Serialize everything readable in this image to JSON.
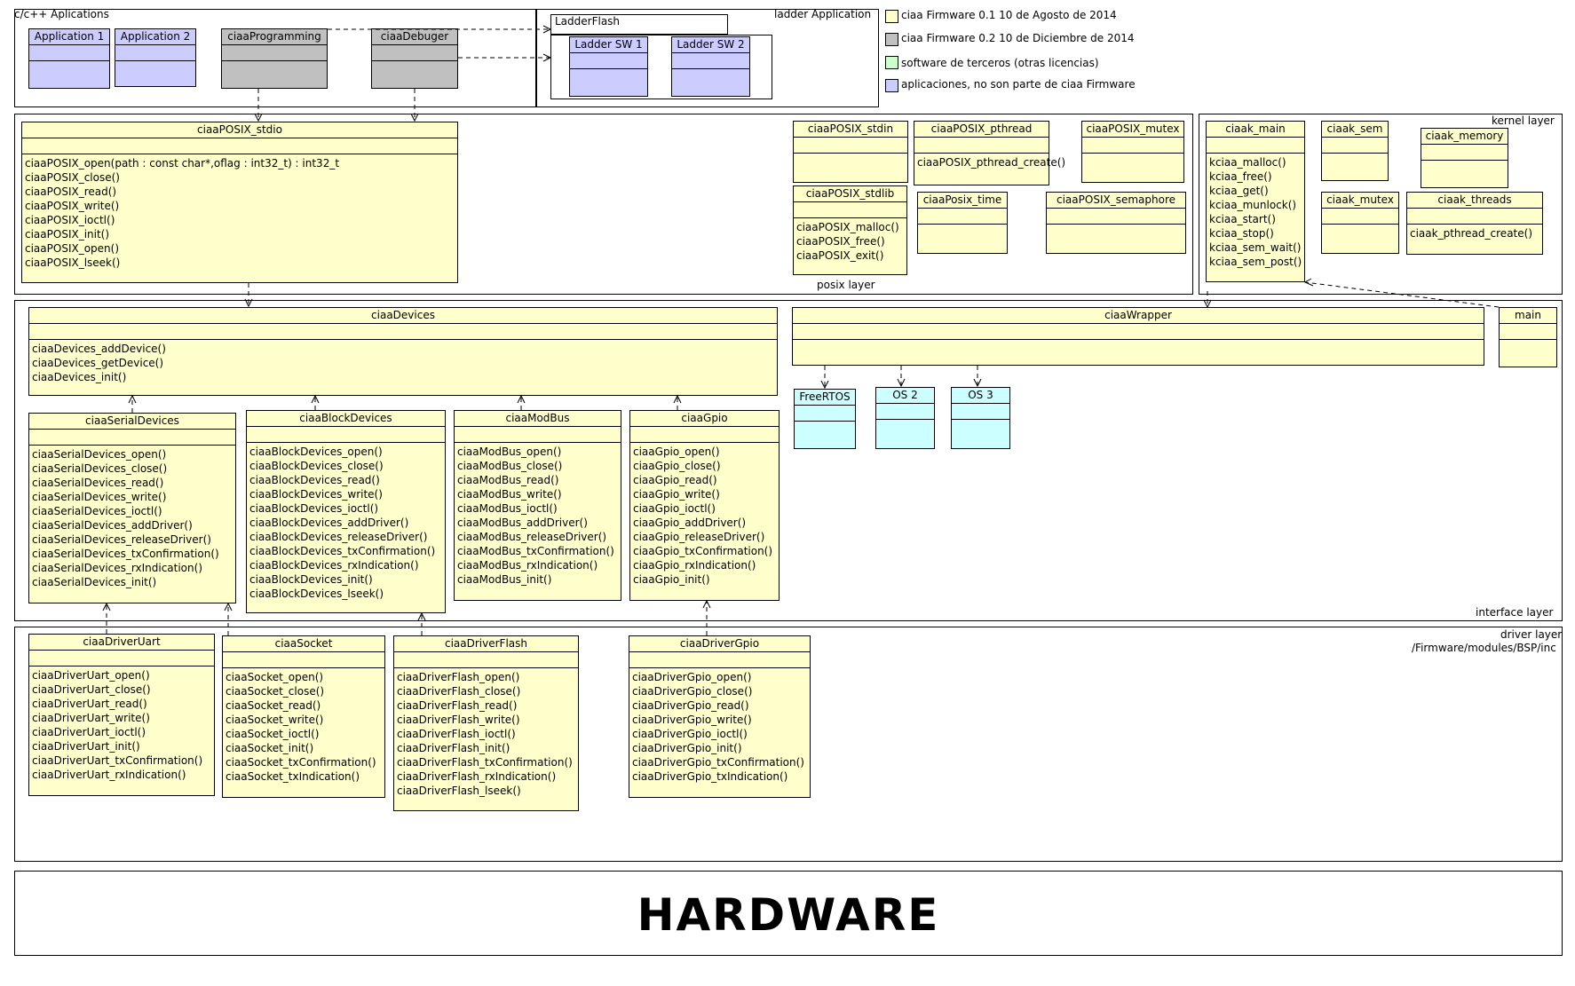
{
  "legend": [
    {
      "color": "#ffffcc",
      "text": "ciaa Firmware 0.1 10 de Agosto de 2014"
    },
    {
      "color": "#c0c0c0",
      "text": "ciaa Firmware 0.2 10 de Diciembre de 2014"
    },
    {
      "color": "#ccffcc",
      "text": "software de terceros (otras licencias)"
    },
    {
      "color": "#ccccff",
      "text": "aplicaciones, no son parte de ciaa Firmware"
    }
  ],
  "packages": {
    "apps": "c/c++ Aplications",
    "ladder": "ladder Application",
    "ladderflash": "LadderFlash",
    "posix": "posix layer",
    "kernel": "kernel layer",
    "interface": "interface layer",
    "driver": "driver layer",
    "driver_path": "/Firmware/modules/BSP/inc",
    "hardware": "HARDWARE"
  },
  "classes": {
    "app1": {
      "name": "Application 1"
    },
    "app2": {
      "name": "Application 2"
    },
    "prog": {
      "name": "ciaaProgramming"
    },
    "debug": {
      "name": "ciaaDebuger"
    },
    "lsw1": {
      "name": "Ladder SW 1"
    },
    "lsw2": {
      "name": "Ladder SW 2"
    },
    "stdio": {
      "name": "ciaaPOSIX_stdio",
      "ops": [
        "ciaaPOSIX_open(path : const char*,oflag : int32_t) : int32_t",
        "ciaaPOSIX_close()",
        "ciaaPOSIX_read()",
        "ciaaPOSIX_write()",
        "ciaaPOSIX_ioctl()",
        "ciaaPOSIX_init()",
        "ciaaPOSIX_open()",
        "ciaaPOSIX_lseek()"
      ]
    },
    "stdin": {
      "name": "ciaaPOSIX_stdin"
    },
    "pthread": {
      "name": "ciaaPOSIX_pthread",
      "ops": [
        "ciaaPOSIX_pthread_create()"
      ]
    },
    "mutex": {
      "name": "ciaaPOSIX_mutex"
    },
    "stdlib": {
      "name": "ciaaPOSIX_stdlib",
      "ops": [
        "ciaaPOSIX_malloc()",
        "ciaaPOSIX_free()",
        "ciaaPOSIX_exit()"
      ]
    },
    "ptime": {
      "name": "ciaaPosix_time"
    },
    "psem": {
      "name": "ciaaPOSIX_semaphore"
    },
    "kmain": {
      "name": "ciaak_main",
      "ops": [
        "kciaa_malloc()",
        "kciaa_free()",
        "kciaa_get()",
        "kciaa_munlock()",
        "kciaa_start()",
        "kciaa_stop()",
        "kciaa_sem_wait()",
        "kciaa_sem_post()"
      ]
    },
    "ksem": {
      "name": "ciaak_sem"
    },
    "kmem": {
      "name": "ciaak_memory"
    },
    "kmutex": {
      "name": "ciaak_mutex"
    },
    "kthreads": {
      "name": "ciaak_threads",
      "ops": [
        "ciaak_pthread_create()"
      ]
    },
    "devices": {
      "name": "ciaaDevices",
      "ops": [
        "ciaaDevices_addDevice()",
        "ciaaDevices_getDevice()",
        "ciaaDevices_init()"
      ]
    },
    "wrapper": {
      "name": "ciaaWrapper"
    },
    "main": {
      "name": "main"
    },
    "freertos": {
      "name": "FreeRTOS"
    },
    "os2": {
      "name": "OS 2"
    },
    "os3": {
      "name": "OS 3"
    },
    "serial": {
      "name": "ciaaSerialDevices",
      "ops": [
        "ciaaSerialDevices_open()",
        "ciaaSerialDevices_close()",
        "ciaaSerialDevices_read()",
        "ciaaSerialDevices_write()",
        "ciaaSerialDevices_ioctl()",
        "ciaaSerialDevices_addDriver()",
        "ciaaSerialDevices_releaseDriver()",
        "ciaaSerialDevices_txConfirmation()",
        "ciaaSerialDevices_rxIndication()",
        "ciaaSerialDevices_init()"
      ]
    },
    "block": {
      "name": "ciaaBlockDevices",
      "ops": [
        "ciaaBlockDevices_open()",
        "ciaaBlockDevices_close()",
        "ciaaBlockDevices_read()",
        "ciaaBlockDevices_write()",
        "ciaaBlockDevices_ioctl()",
        "ciaaBlockDevices_addDriver()",
        "ciaaBlockDevices_releaseDriver()",
        "ciaaBlockDevices_txConfirmation()",
        "ciaaBlockDevices_rxIndication()",
        "ciaaBlockDevices_init()",
        "ciaaBlockDevices_lseek()"
      ]
    },
    "modbus": {
      "name": "ciaaModBus",
      "ops": [
        "ciaaModBus_open()",
        "ciaaModBus_close()",
        "ciaaModBus_read()",
        "ciaaModBus_write()",
        "ciaaModBus_ioctl()",
        "ciaaModBus_addDriver()",
        "ciaaModBus_releaseDriver()",
        "ciaaModBus_txConfirmation()",
        "ciaaModBus_rxIndication()",
        "ciaaModBus_init()"
      ]
    },
    "gpio": {
      "name": "ciaaGpio",
      "ops": [
        "ciaaGpio_open()",
        "ciaaGpio_close()",
        "ciaaGpio_read()",
        "ciaaGpio_write()",
        "ciaaGpio_ioctl()",
        "ciaaGpio_addDriver()",
        "ciaaGpio_releaseDriver()",
        "ciaaGpio_txConfirmation()",
        "ciaaGpio_rxIndication()",
        "ciaaGpio_init()"
      ]
    },
    "uart": {
      "name": "ciaaDriverUart",
      "ops": [
        "ciaaDriverUart_open()",
        "ciaaDriverUart_close()",
        "ciaaDriverUart_read()",
        "ciaaDriverUart_write()",
        "ciaaDriverUart_ioctl()",
        "ciaaDriverUart_init()",
        "ciaaDriverUart_txConfirmation()",
        "ciaaDriverUart_rxIndication()"
      ]
    },
    "socket": {
      "name": "ciaaSocket",
      "ops": [
        "ciaaSocket_open()",
        "ciaaSocket_close()",
        "ciaaSocket_read()",
        "ciaaSocket_write()",
        "ciaaSocket_ioctl()",
        "ciaaSocket_init()",
        "ciaaSocket_txConfirmation()",
        "ciaaSocket_txIndication()"
      ]
    },
    "dflash": {
      "name": "ciaaDriverFlash",
      "ops": [
        "ciaaDriverFlash_open()",
        "ciaaDriverFlash_close()",
        "ciaaDriverFlash_read()",
        "ciaaDriverFlash_write()",
        "ciaaDriverFlash_ioctl()",
        "ciaaDriverFlash_init()",
        "ciaaDriverFlash_txConfirmation()",
        "ciaaDriverFlash_rxIndication()",
        "ciaaDriverFlash_lseek()"
      ]
    },
    "dgpio": {
      "name": "ciaaDriverGpio",
      "ops": [
        "ciaaDriverGpio_open()",
        "ciaaDriverGpio_close()",
        "ciaaDriverGpio_read()",
        "ciaaDriverGpio_write()",
        "ciaaDriverGpio_ioctl()",
        "ciaaDriverGpio_init()",
        "ciaaDriverGpio_txConfirmation()",
        "ciaaDriverGpio_txIndication()"
      ]
    }
  }
}
